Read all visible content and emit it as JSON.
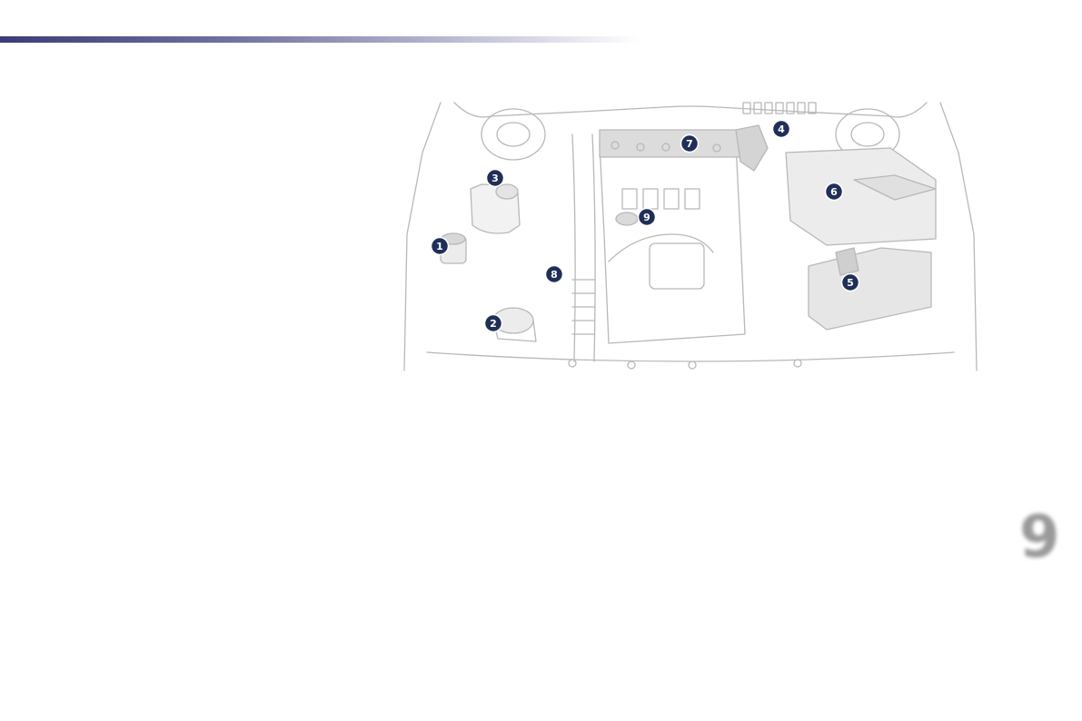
{
  "page": {
    "chapter_number": "9",
    "accent_color": "#3c3c78"
  },
  "diagram": {
    "callouts": [
      {
        "id": "1",
        "label": "1"
      },
      {
        "id": "2",
        "label": "2"
      },
      {
        "id": "3",
        "label": "3"
      },
      {
        "id": "4",
        "label": "4"
      },
      {
        "id": "5",
        "label": "5"
      },
      {
        "id": "6",
        "label": "6"
      },
      {
        "id": "7",
        "label": "7"
      },
      {
        "id": "8",
        "label": "8"
      },
      {
        "id": "9",
        "label": "9"
      }
    ],
    "badge_color": "#1f2f57"
  }
}
